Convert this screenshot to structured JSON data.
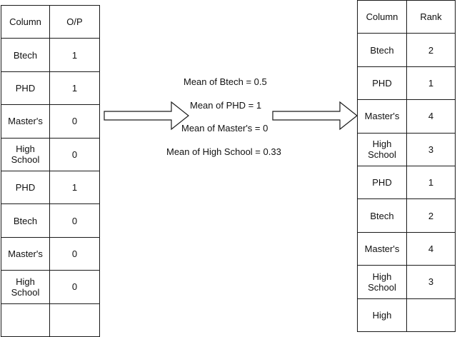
{
  "left_table": {
    "headers": [
      "Column",
      "O/P"
    ],
    "rows": [
      {
        "col": "Btech",
        "op": "1"
      },
      {
        "col": "PHD",
        "op": "1"
      },
      {
        "col": "Master's",
        "op": "0"
      },
      {
        "col": "High School",
        "op": "0"
      },
      {
        "col": "PHD",
        "op": "1"
      },
      {
        "col": "Btech",
        "op": "0"
      },
      {
        "col": "Master's",
        "op": "0"
      },
      {
        "col": "High School",
        "op": "0"
      },
      {
        "col": "",
        "op": ""
      }
    ]
  },
  "means": [
    "Mean of Btech = 0.5",
    "Mean of PHD = 1",
    "Mean of Master's = 0",
    "Mean of High School = 0.33"
  ],
  "right_table": {
    "headers": [
      "Column",
      "Rank"
    ],
    "rows": [
      {
        "col": "Btech",
        "rank": "2"
      },
      {
        "col": "PHD",
        "rank": "1"
      },
      {
        "col": "Master's",
        "rank": "4"
      },
      {
        "col": "High School",
        "rank": "3"
      },
      {
        "col": "PHD",
        "rank": "1"
      },
      {
        "col": "Btech",
        "rank": "2"
      },
      {
        "col": "Master's",
        "rank": "4"
      },
      {
        "col": "High School",
        "rank": "3"
      },
      {
        "col": "High",
        "rank": ""
      }
    ]
  },
  "colors": {
    "line": "#1a1a1a",
    "background": "#ffffff"
  }
}
